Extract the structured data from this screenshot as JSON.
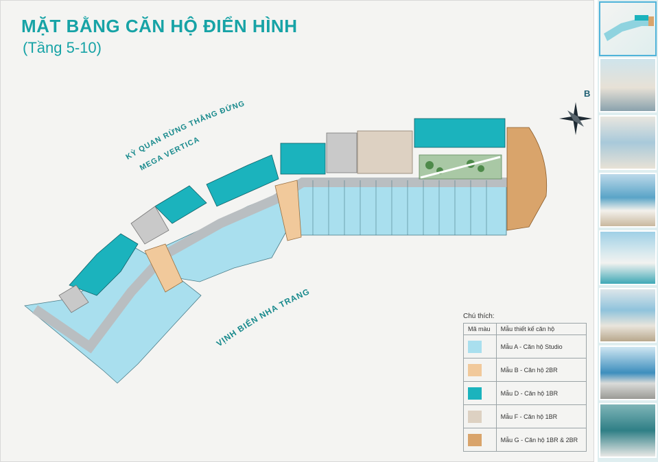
{
  "plan": {
    "title": "MẶT BẰNG CĂN HỘ ĐIỂN HÌNH",
    "subtitle": "(Tầng 5-10)",
    "north_label": "B",
    "top_label_line1": "KỲ QUAN RỪNG THẲNG ĐỨNG",
    "top_label_line2": "MEGA VERTICA",
    "bay_label": "VỊNH BIỂN NHA TRANG"
  },
  "legend": {
    "caption": "Chú thích:",
    "col_color": "Mã màu",
    "col_design": "Mẫu thiết kế căn hộ",
    "rows": [
      {
        "color": "#a9dfee",
        "label": "Mẫu A - Căn hộ Studio"
      },
      {
        "color": "#f1c99b",
        "label": "Mẫu B - Căn hộ 2BR"
      },
      {
        "color": "#1bb3bd",
        "label": "Mẫu D - Căn hộ 1BR"
      },
      {
        "color": "#ddd1c2",
        "label": "Mẫu F - Căn hộ 1BR"
      },
      {
        "color": "#d9a46b",
        "label": "Mẫu G - Căn hộ 1BR & 2BR"
      }
    ]
  },
  "thumbnails": [
    {
      "name": "floor-plan",
      "active": true
    },
    {
      "name": "living-room-balcony",
      "active": false
    },
    {
      "name": "bedroom-sea-view",
      "active": false
    },
    {
      "name": "bedroom-ocean-window",
      "active": false
    },
    {
      "name": "bedroom-balcony",
      "active": false
    },
    {
      "name": "living-room-sea",
      "active": false
    },
    {
      "name": "balcony-sea-view",
      "active": false
    },
    {
      "name": "bathroom",
      "active": false
    }
  ],
  "colors": {
    "accent": "#17a3a6",
    "studio": "#a9dfee",
    "br2": "#f1c99b",
    "br1_d": "#1bb3bd",
    "br1_f": "#ddd1c2",
    "g": "#d9a46b",
    "corridor": "#b9bec1"
  }
}
